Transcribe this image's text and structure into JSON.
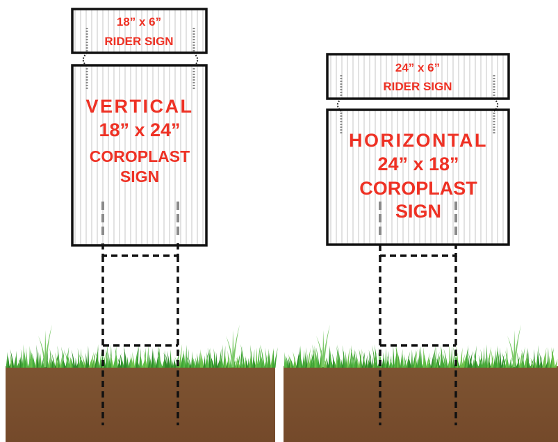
{
  "colors": {
    "text_red": "#ee3124",
    "frame_black": "#111111",
    "flute_gray": "#bdbdbd",
    "soil_brown": "#7b5230",
    "grass_green": "#3fa535",
    "stake_gray": "#888888"
  },
  "left_sign": {
    "rider": {
      "line1": "18” x 6”",
      "line2": "RIDER SIGN"
    },
    "main": {
      "line1": "VERTICAL",
      "line2": "18” x 24”",
      "line3": "COROPLAST",
      "line4": "SIGN"
    }
  },
  "right_sign": {
    "rider": {
      "line1": "24” x 6”",
      "line2": "RIDER SIGN"
    },
    "main": {
      "line1": "HORIZONTAL",
      "line2": "24” x 18”",
      "line3": "COROPLAST",
      "line4": "SIGN"
    }
  },
  "icons": {
    "grass": "grass-icon",
    "soil": "soil-icon",
    "h_stake": "h-wire-stake-icon",
    "clip": "rider-clip-icon"
  }
}
